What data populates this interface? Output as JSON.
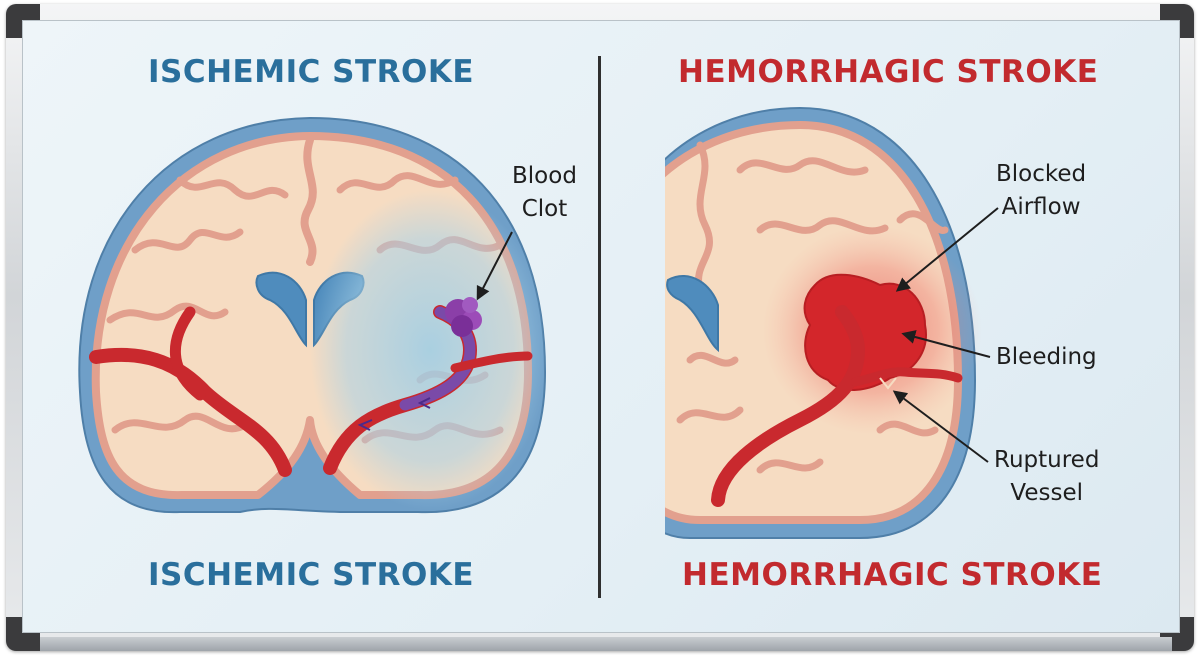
{
  "left_panel": {
    "title_top": "ISCHEMIC STROKE",
    "title_bottom": "ISCHEMIC STROKE",
    "labels": {
      "blood_clot_line1": "Blood",
      "blood_clot_line2": "Clot"
    }
  },
  "right_panel": {
    "title_top": "HEMORRHAGIC STROKE",
    "title_bottom": "HEMORRHAGIC STROKE",
    "labels": {
      "blocked_airflow_line1": "Blocked",
      "blocked_airflow_line2": "Airflow",
      "bleeding": "Bleeding",
      "ruptured_vessel_line1": "Ruptured",
      "ruptured_vessel_line2": "Vessel"
    }
  },
  "colors": {
    "ischemic_title": "#2a6f9c",
    "hemorrhagic_title": "#c22a2e",
    "skull": "#6f9fc8",
    "brain": "#f6dcc2",
    "gyrus_outline": "#e2a08e",
    "ventricle": "#4f8cbd",
    "artery": "#c9292e",
    "clot": "#8b3fa8",
    "bleed": "#d3262b",
    "ischemic_zone": "#a8d2e8"
  }
}
